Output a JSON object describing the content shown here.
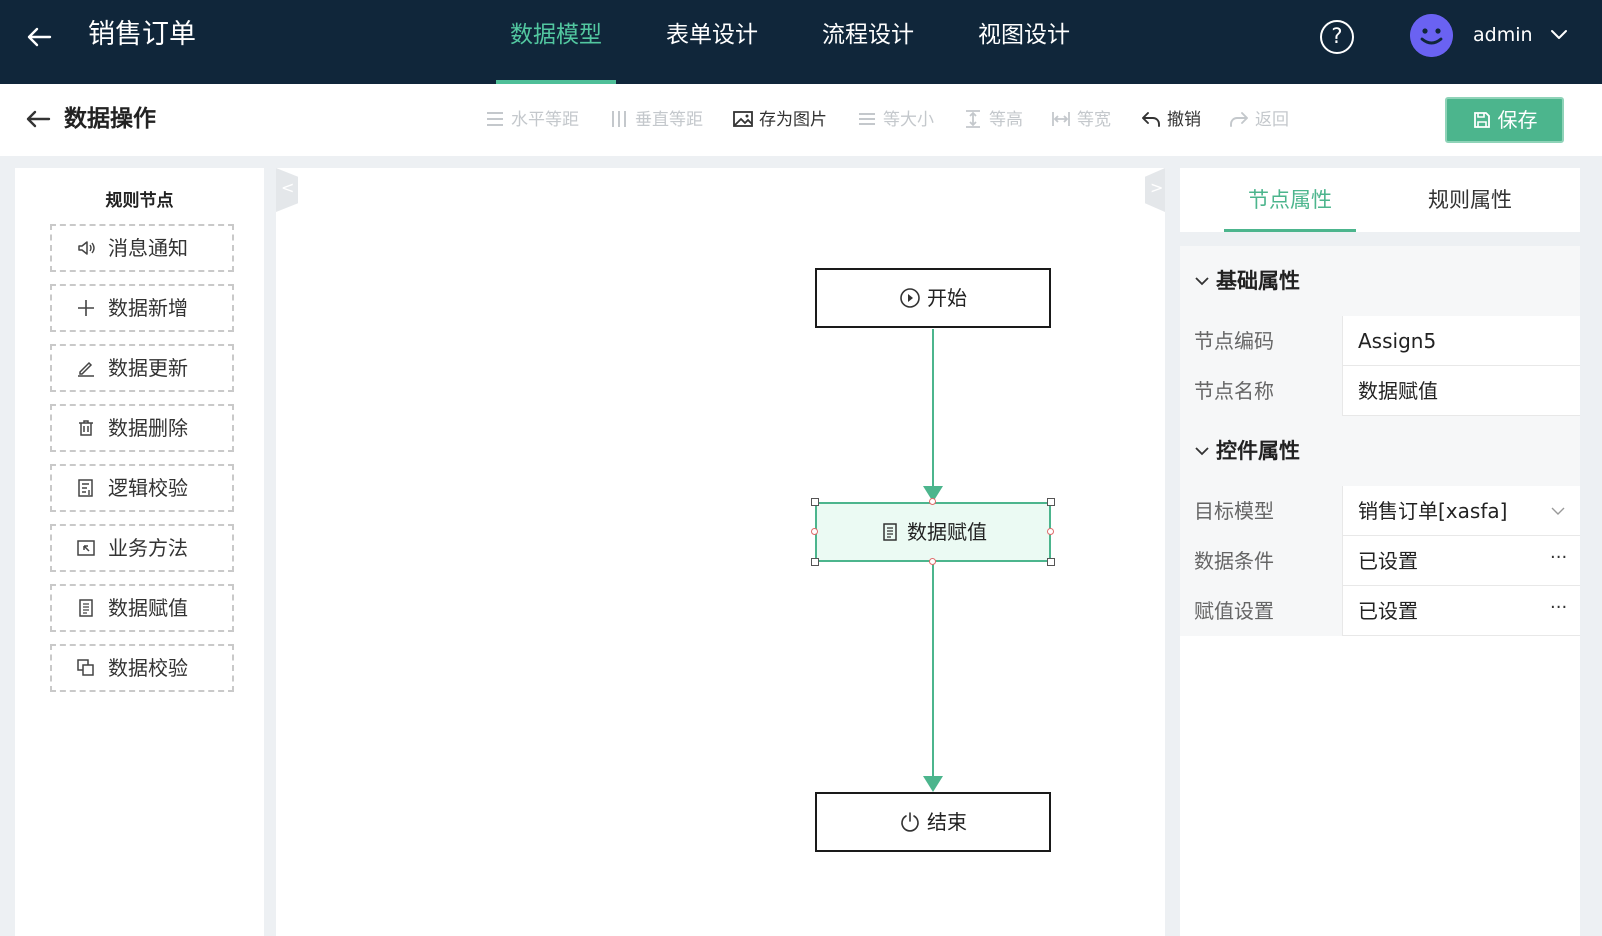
{
  "topbar": {
    "app_title": "销售订单",
    "nav": [
      {
        "label": "数据模型",
        "active": true
      },
      {
        "label": "表单设计",
        "active": false
      },
      {
        "label": "流程设计",
        "active": false
      },
      {
        "label": "视图设计",
        "active": false
      }
    ],
    "help_icon_text": "?",
    "username": "admin",
    "accent_color": "#4cb58d",
    "background_color": "#10263a"
  },
  "toolbar": {
    "page_title": "数据操作",
    "tools": [
      {
        "icon": "align-horizontal-icon",
        "label": "水平等距",
        "enabled": false
      },
      {
        "icon": "align-vertical-icon",
        "label": "垂直等距",
        "enabled": false
      },
      {
        "icon": "image-icon",
        "label": "存为图片",
        "enabled": true
      },
      {
        "icon": "same-size-icon",
        "label": "等大小",
        "enabled": false
      },
      {
        "icon": "same-height-icon",
        "label": "等高",
        "enabled": false
      },
      {
        "icon": "same-width-icon",
        "label": "等宽",
        "enabled": false
      },
      {
        "icon": "undo-icon",
        "label": "撤销",
        "enabled": true
      },
      {
        "icon": "redo-icon",
        "label": "返回",
        "enabled": false
      }
    ],
    "save_label": "保存"
  },
  "palette": {
    "title": "规则节点",
    "items": [
      {
        "icon": "speaker-icon",
        "label": "消息通知"
      },
      {
        "icon": "plus-icon",
        "label": "数据新增"
      },
      {
        "icon": "pen-icon",
        "label": "数据更新"
      },
      {
        "icon": "trash-icon",
        "label": "数据删除"
      },
      {
        "icon": "logic-check-icon",
        "label": "逻辑校验"
      },
      {
        "icon": "method-icon",
        "label": "业务方法"
      },
      {
        "icon": "document-icon",
        "label": "数据赋值"
      },
      {
        "icon": "copy-check-icon",
        "label": "数据校验"
      }
    ]
  },
  "canvas": {
    "collapse_left": "<",
    "collapse_right": ">",
    "nodes": [
      {
        "icon": "play-icon",
        "label": "开始",
        "selected": false
      },
      {
        "icon": "document-icon",
        "label": "数据赋值",
        "selected": true
      },
      {
        "icon": "power-icon",
        "label": "结束",
        "selected": false
      }
    ],
    "edge_color": "#4cb58d"
  },
  "right_panel": {
    "tabs": [
      {
        "label": "节点属性",
        "active": true
      },
      {
        "label": "规则属性",
        "active": false
      }
    ],
    "sections": [
      {
        "title": "基础属性",
        "rows": [
          {
            "key": "节点编码",
            "value": "Assign5",
            "control": "text"
          },
          {
            "key": "节点名称",
            "value": "数据赋值",
            "control": "text"
          }
        ]
      },
      {
        "title": "控件属性",
        "rows": [
          {
            "key": "目标模型",
            "value": "销售订单[xasfa]",
            "control": "select"
          },
          {
            "key": "数据条件",
            "value": "已设置",
            "control": "more",
            "more_text": "···"
          },
          {
            "key": "赋值设置",
            "value": "已设置",
            "control": "more",
            "more_text": "···"
          }
        ]
      }
    ]
  }
}
